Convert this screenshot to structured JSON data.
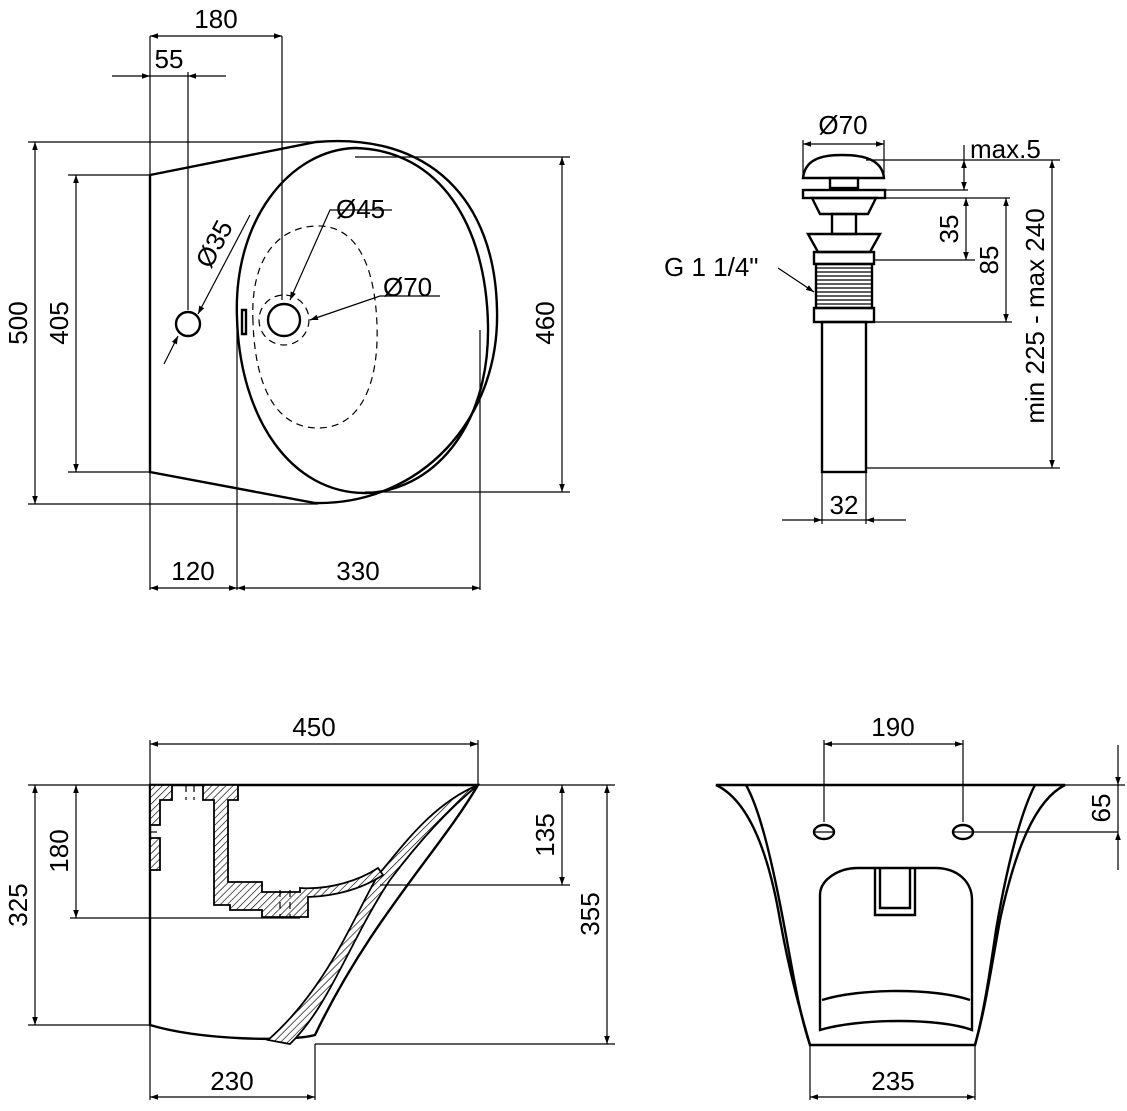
{
  "top_view": {
    "dim_width_total": "180",
    "dim_tap_offset": "55",
    "dim_tap_hole": "Ø35",
    "dim_drain_outer": "Ø45",
    "dim_drain_flange": "Ø70",
    "dim_depth_total": "500",
    "dim_depth_back": "405",
    "dim_depth_bowl": "460",
    "dim_bottom_left": "120",
    "dim_bottom_right": "330"
  },
  "drain_view": {
    "dim_cap": "Ø70",
    "dim_max": "max.5",
    "dim_35": "35",
    "dim_85": "85",
    "dim_range": "min 225 - max 240",
    "thread_label": "G 1 1/4\"",
    "dim_pipe": "32"
  },
  "side_view": {
    "dim_width": "450",
    "dim_180": "180",
    "dim_325": "325",
    "dim_135": "135",
    "dim_355": "355",
    "dim_230": "230"
  },
  "back_view": {
    "dim_holes_spacing": "190",
    "dim_holes_height": "65",
    "dim_bottom": "235"
  }
}
